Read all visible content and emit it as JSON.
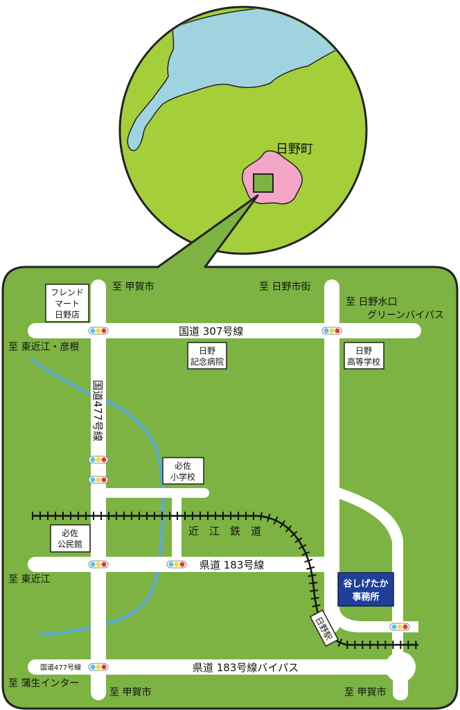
{
  "overview": {
    "town_label": "日野町"
  },
  "roads": {
    "r307": "国道 307号線",
    "r477": "国道477号線",
    "r183": "県道 183号線",
    "r183_bypass": "県道 183号線バイパス",
    "r477_small": "国道477号線",
    "hino_sign": "日野駅"
  },
  "railway": {
    "label": "近　江　鉄　道"
  },
  "destinations": {
    "top_koka": "至 甲賀市",
    "top_hino": "至 日野市街",
    "mizuguchi_1": "至 日野水口",
    "mizuguchi_2": "グリーンバイパス",
    "higashiomi_hikone": "至 東近江・彦根",
    "higashiomi": "至 東近江",
    "gamo": "至 蒲生インター",
    "bottom_koka_left": "至 甲賀市",
    "bottom_koka_right": "至 甲賀市"
  },
  "landmarks": {
    "friend_mart": [
      "フレンド",
      "マート",
      "日野店"
    ],
    "hospital": [
      "日野",
      "記念病院"
    ],
    "high_school": [
      "日野",
      "高等学校"
    ],
    "elementary": [
      "必佐",
      "小学校"
    ],
    "community_hall": [
      "必佐",
      "公民館"
    ]
  },
  "office": {
    "line1": "谷しげたか",
    "line2": "事務所"
  },
  "colors": {
    "ground": "#7cb342",
    "lake": "#9fd3e0",
    "town": "#f3a6c8",
    "river": "#5aa9e6",
    "road": "#ffffff",
    "office": "#1f3f99",
    "signal_blue": "#4fc3f7",
    "signal_yellow": "#fdd835",
    "signal_red": "#e53935"
  }
}
